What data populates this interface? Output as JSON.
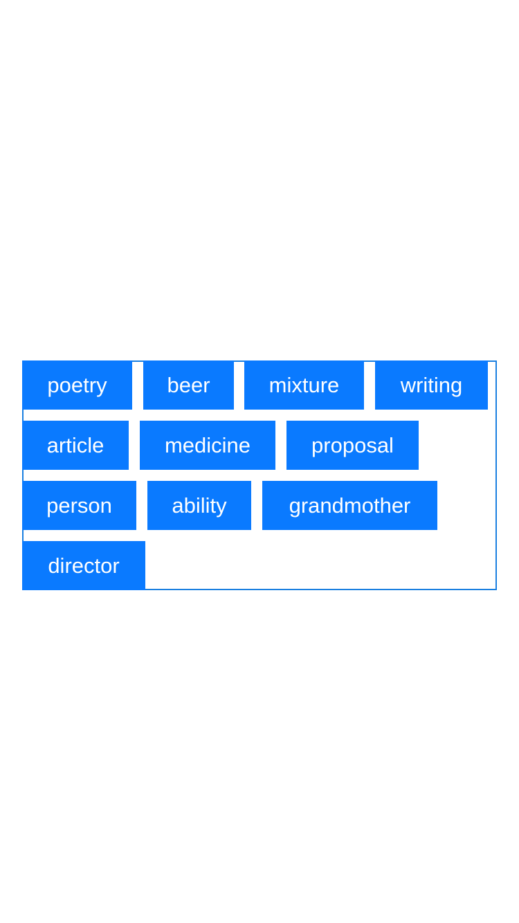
{
  "tag_cloud": {
    "rows": [
      [
        "poetry",
        "beer",
        "mixture",
        "writing"
      ],
      [
        "article",
        "medicine",
        "proposal"
      ],
      [
        "person",
        "ability",
        "grandmother"
      ],
      [
        "director"
      ]
    ]
  },
  "colors": {
    "tag_background": "#0a7aff",
    "tag_text": "#ffffff",
    "container_border": "#1a7fe0",
    "page_background": "#ffffff"
  }
}
